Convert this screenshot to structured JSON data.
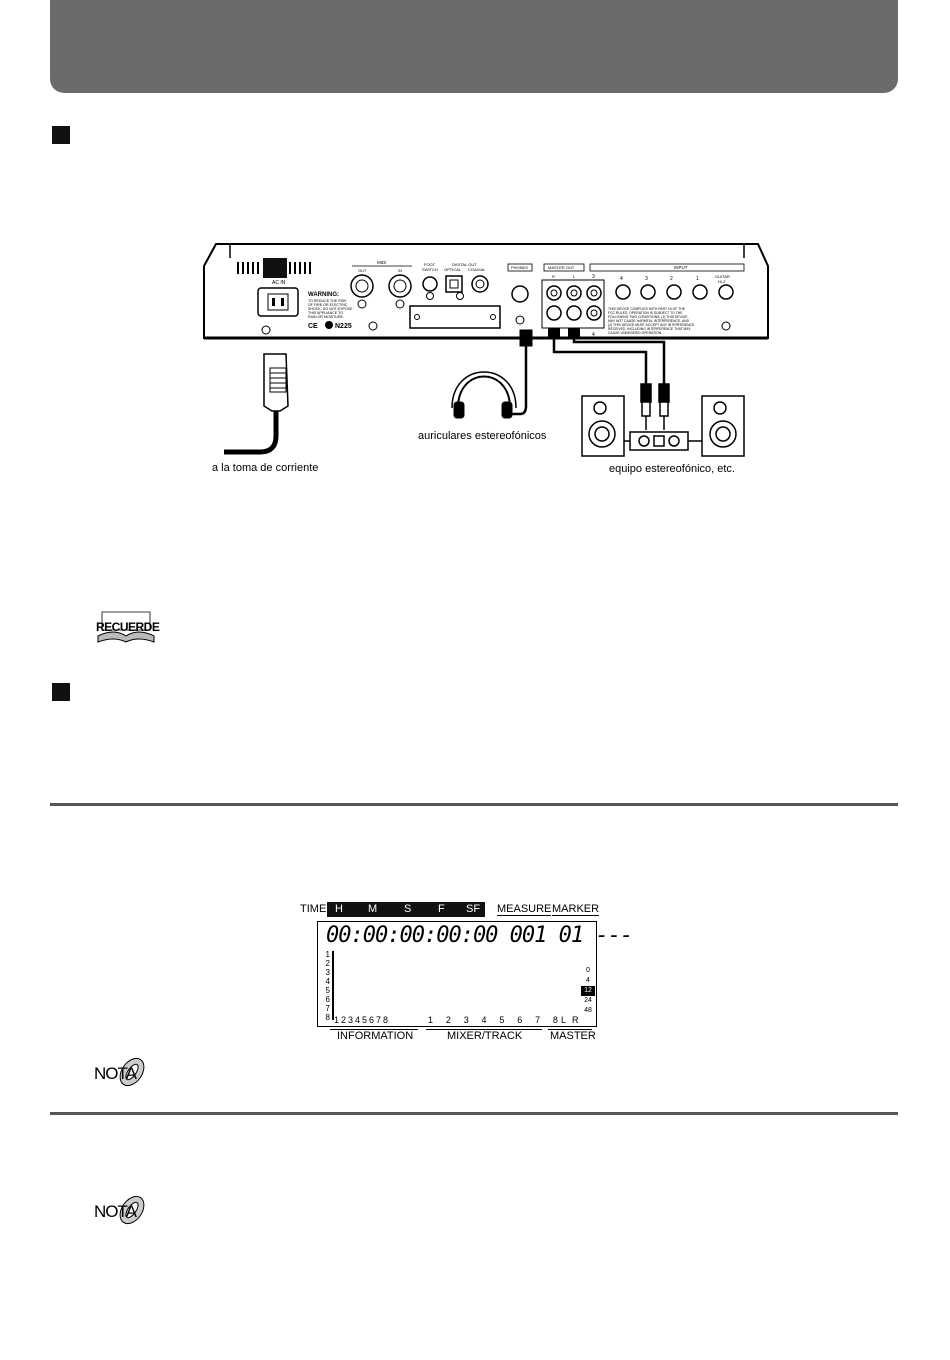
{
  "diagram": {
    "panel": {
      "ac_in": "AC IN",
      "warning_title": "WARNING:",
      "warning_text": [
        "TO REDUCE THE RISK",
        "OF FIRE OR ELECTRIC",
        "SHOCK, DO NOT EXPOSE",
        "THIS APPLIANCE TO",
        "RAIN OR MOISTURE."
      ],
      "model": "N225",
      "midi": "MIDI",
      "midi_out": "OUT",
      "midi_in": "IN",
      "foot_switch": [
        "FOOT",
        "SWITCH"
      ],
      "digital_out": "DIGITAL OUT",
      "optical": "OPTICAL",
      "coaxial": "COAXIAL",
      "phones": "PHONES",
      "master_out": "MASTER OUT",
      "master_r": "R",
      "master_l": "L",
      "input": "INPUT",
      "input_labels": [
        "4",
        "3",
        "2",
        "1"
      ],
      "guitar": [
        "GUITAR",
        "Hi-Z"
      ],
      "rca_left_num_top": "3",
      "rca_left_num_bottom": "4",
      "fcc_text": [
        "THIS DEVICE COMPLIES WITH PART 15 OF THE",
        "FCC RULES. OPERATION IS SUBJECT TO THE",
        "FOLLOWING TWO CONDITIONS: (1) THIS DEVICE",
        "MAY NOT CAUSE HARMFUL INTERFERENCE, AND",
        "(2) THIS DEVICE MUST ACCEPT ANY INTERFERENCE",
        "RECEIVED, INCLUDING INTERFERENCE THAT MAY",
        "CAUSE UNDESIRED OPERATION."
      ]
    },
    "captions": {
      "power": "a la toma de corriente",
      "headphones": "auriculares estereofónicos",
      "stereo": "equipo estereofónico, etc."
    }
  },
  "icons": {
    "recuerde": "RECUERDE",
    "nota1": "NOTA",
    "nota2": "NOTA"
  },
  "lcd": {
    "time_label": "TIME",
    "time_fields": [
      "H",
      "M",
      "S",
      "F",
      "SF"
    ],
    "measure": "MEASURE",
    "marker": "MARKER",
    "readout": "00:00:00:00:00 001 01 ---",
    "row_numbers": [
      "1",
      "2",
      "3",
      "4",
      "5",
      "6",
      "7",
      "8"
    ],
    "info_numbers": "12345678",
    "mixer_numbers": [
      "1",
      "2",
      "3",
      "4",
      "5",
      "6",
      "7",
      "8"
    ],
    "master_channels": [
      "L",
      "R"
    ],
    "level_scale": [
      "0",
      "4",
      "12",
      "24",
      "48"
    ],
    "section_labels": [
      "INFORMATION",
      "MIXER/TRACK",
      "MASTER"
    ]
  }
}
